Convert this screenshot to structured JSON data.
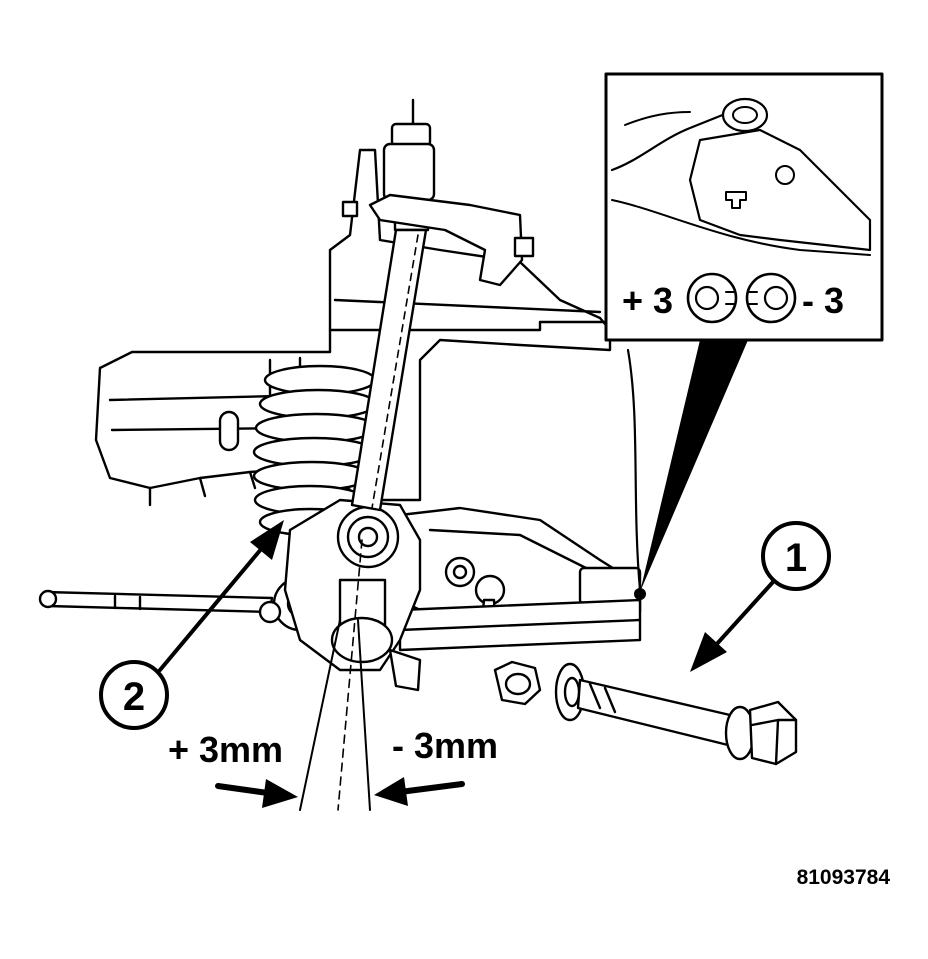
{
  "figure": {
    "callouts": [
      {
        "number": "1"
      },
      {
        "number": "2"
      }
    ],
    "inset": {
      "plus_label": "+ 3",
      "minus_label": "- 3"
    },
    "adjustment": {
      "plus_label": "+ 3mm",
      "minus_label": "- 3mm"
    },
    "figure_number": "81093784"
  },
  "colors": {
    "line": "#000000",
    "background": "#ffffff"
  }
}
